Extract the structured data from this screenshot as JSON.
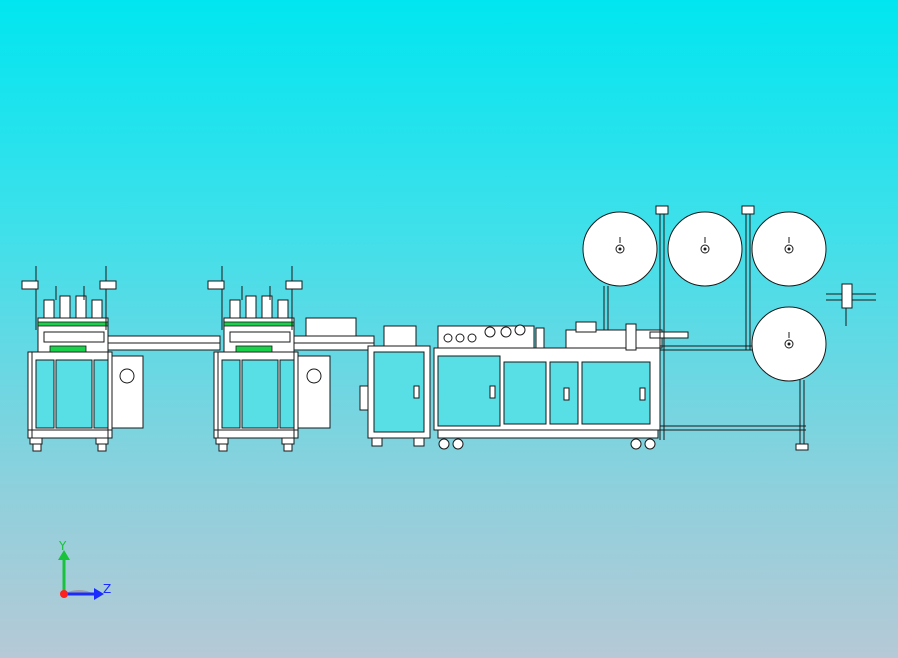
{
  "viewport": {
    "background_top": "#00e6f0",
    "background_bottom": "#b6c9d6"
  },
  "colors": {
    "line": "#1a1a1a",
    "cabinet_panel": "#58dfe6",
    "frame_fill": "#ffffff",
    "green_part": "#19d14a",
    "roll_fill": "#ffffff",
    "axis_x": "#1b2bff",
    "axis_y": "#18c23a",
    "axis_origin": "#ff2020"
  },
  "machine": {
    "description_icons": [
      "ear-loop-welder-unit",
      "ear-loop-welder-unit",
      "conveyor",
      "control-cabinet",
      "main-forming-station",
      "material-roll-rack"
    ],
    "rolls_count": 4
  },
  "triad": {
    "y_label": "Y",
    "z_label": "Z"
  }
}
